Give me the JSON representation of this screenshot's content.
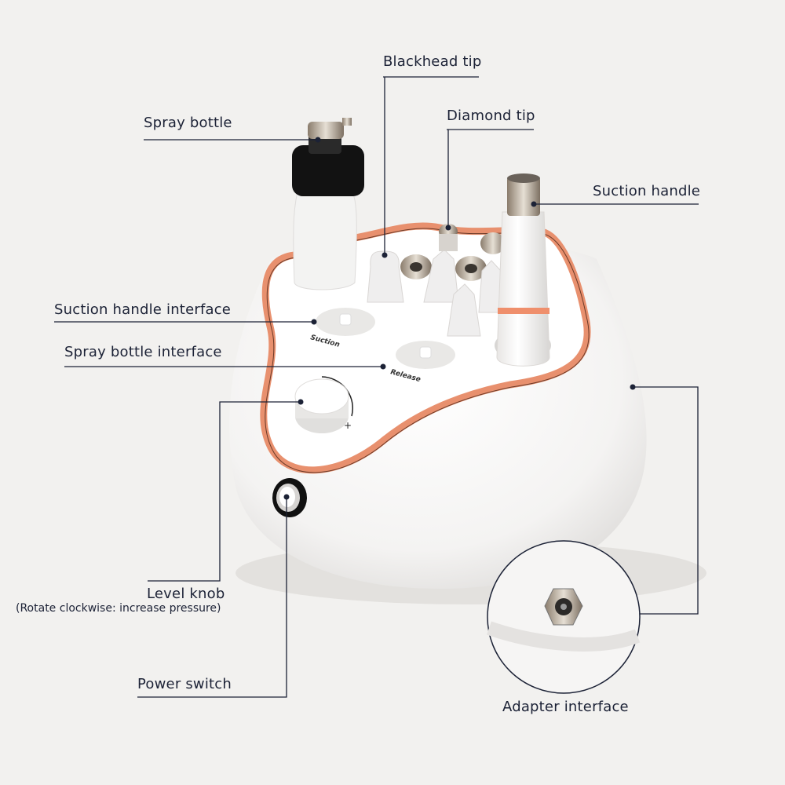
{
  "labels": {
    "spray_bottle": "Spray bottle",
    "blackhead_tip": "Blackhead tip",
    "diamond_tip": "Diamond tip",
    "suction_handle": "Suction handle",
    "suction_handle_interface": "Suction handle interface",
    "spray_bottle_interface": "Spray bottle interface",
    "level_knob": "Level knob",
    "level_knob_note": "(Rotate clockwise: increase pressure)",
    "power_switch": "Power switch",
    "adapter_interface": "Adapter interface"
  },
  "device_markings": {
    "suction": "Suction",
    "release": "Release",
    "plus": "+"
  },
  "colors": {
    "background": "#f2f1ef",
    "leader_line": "#1c2236",
    "copper_trim": "#e8906e",
    "body": "#ffffff"
  }
}
